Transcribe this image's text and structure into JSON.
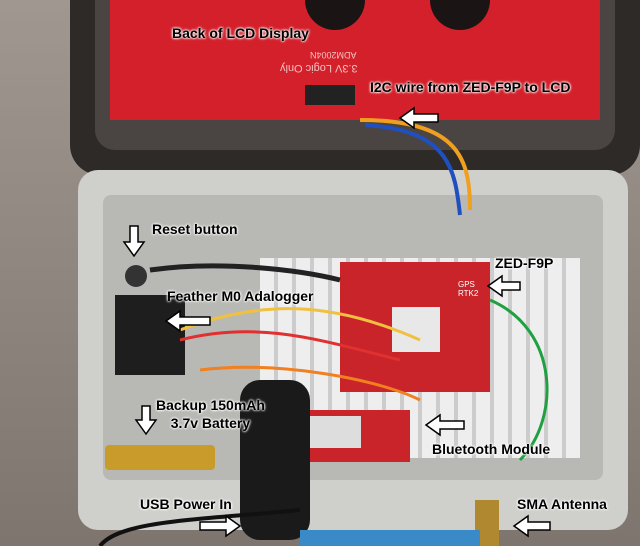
{
  "annotations": {
    "lcd": "Back of LCD Display",
    "i2c": "I2C wire from ZED-F9P to LCD",
    "reset": "Reset button",
    "zed": "ZED-F9P",
    "feather": "Feather M0 Adalogger",
    "battery_line1": "Backup 150mAh",
    "battery_line2": "3.7v Battery",
    "bluetooth": "Bluetooth Module",
    "usb": "USB Power In",
    "sma": "SMA Antenna"
  },
  "pcb_text": {
    "board": "ADM2004N",
    "logic": "3.3V Logic Only",
    "gps": "GPS RTK2"
  },
  "colors": {
    "pcb_red": "#d4202a",
    "enclosure": "#cfcfcc",
    "lid_frame": "#3a3634"
  }
}
